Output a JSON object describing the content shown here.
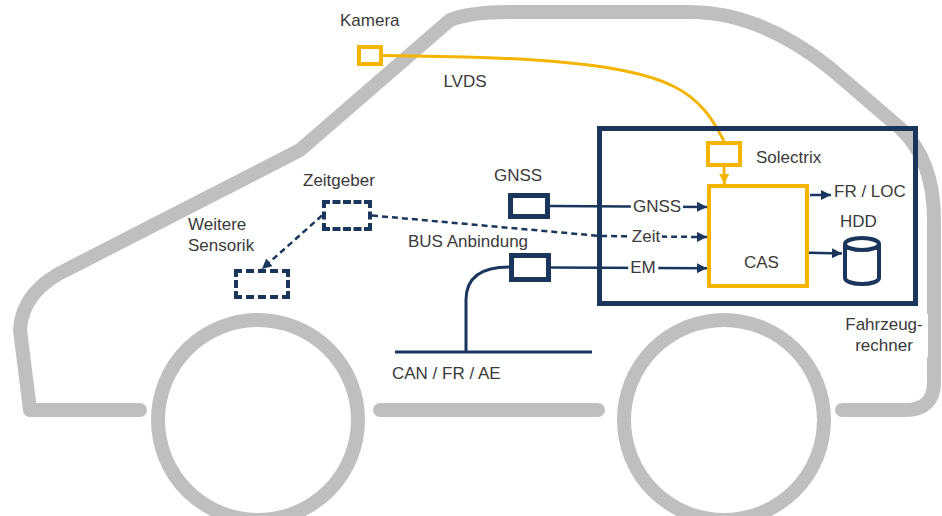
{
  "diagram": {
    "nodes": [
      {
        "text": [
          "Kamera"
        ]
      },
      {
        "text": [
          "Zeitgeber"
        ]
      },
      {
        "text": [
          "GNSS"
        ]
      },
      {
        "text": [
          "Fahrzeug- rechner"
        ]
      },
      {
        "text": [
          "Solectrix"
        ],
        "in": 3
      },
      {
        "text": [
          "CAS"
        ],
        "in": 3
      },
      {
        "text": [
          "HDD"
        ],
        "in": 3
      },
      {
        "text": [
          "Weitere Sensorik"
        ]
      },
      {
        "text": [
          "BUS Anbindung"
        ]
      }
    ],
    "edges": [
      {
        "from": 0,
        "to": 4,
        "arrow": "none",
        "label": "LVDS"
      },
      {
        "from": 4,
        "to": 5,
        "arrow": "to"
      },
      {
        "from": 2,
        "to": 5,
        "arrow": "to",
        "label": "GNSS"
      },
      {
        "from": 1,
        "to": 5,
        "arrow": "to",
        "label": "Zeit"
      },
      {
        "from": 8,
        "to": 5,
        "arrow": "to",
        "label": "EM"
      },
      {
        "from": 5,
        "to": 6,
        "arrow": "to"
      },
      {
        "from": 1,
        "to": 7,
        "arrow": "to"
      }
    ],
    "labels": [
      "FR / LOC",
      "CAN / FR / AE"
    ]
  }
}
